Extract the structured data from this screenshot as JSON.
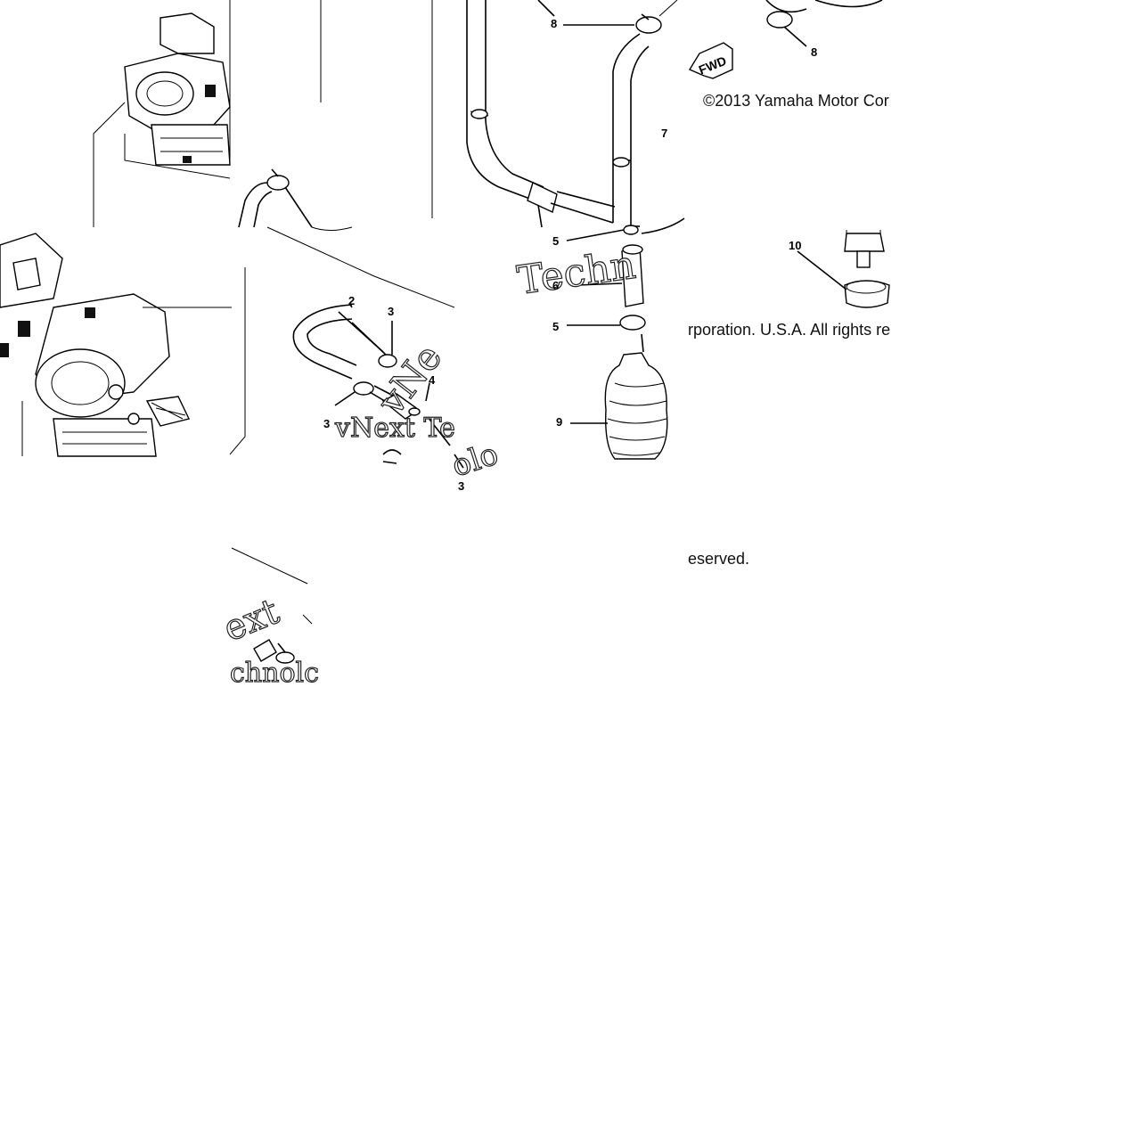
{
  "diagram": {
    "copyright_segments": [
      "©2013 Yamaha Motor Cor",
      "rporation. U.S.A. All rights re",
      "eserved."
    ],
    "watermark_segments": [
      "Techn",
      "vNext Te",
      "ext",
      "chnolc",
      "vNe",
      "olo"
    ],
    "callouts": [
      "2",
      "3",
      "3",
      "3",
      "4",
      "5",
      "5",
      "6",
      "7",
      "8",
      "8",
      "9",
      "10"
    ],
    "fwd_label": "FWD"
  }
}
